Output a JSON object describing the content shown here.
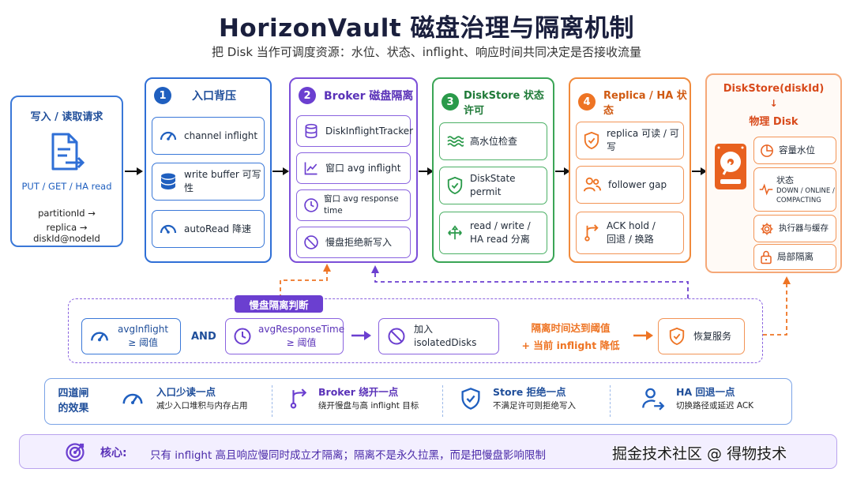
{
  "header": {
    "title": "HorizonVault 磁盘治理与隔离机制",
    "subtitle": "把 Disk 当作可调度资源：水位、状态、inflight、响应时间共同决定是否接收流量"
  },
  "request": {
    "title": "写入 / 读取请求",
    "ops": "PUT / GET / HA read",
    "route_line1": "partitionId →",
    "route_line2": "replica → diskId@nodeId"
  },
  "stage1": {
    "num": "1",
    "title": "入口背压",
    "items": [
      "channel inflight",
      "write buffer 可写性",
      "autoRead 降速"
    ]
  },
  "stage2": {
    "num": "2",
    "title": "Broker 磁盘隔离",
    "items": [
      "DiskInflightTracker",
      "窗口 avg inflight",
      "窗口 avg response time",
      "慢盘拒绝新写入"
    ]
  },
  "stage3": {
    "num": "3",
    "title": "DiskStore 状态许可",
    "items": [
      "高水位检查",
      "DiskState permit",
      "read / write /",
      "HA read 分离"
    ]
  },
  "stage4": {
    "num": "4",
    "title": "Replica / HA 状态",
    "items": [
      "replica 可读 / 可写",
      "follower gap",
      "ACK hold /",
      "回退 / 换路"
    ]
  },
  "disk": {
    "title1": "DiskStore(diskId)",
    "arrow": "↓",
    "title2": "物理 Disk",
    "items": [
      "容量水位",
      "状态",
      "DOWN / ONLINE /",
      "COMPACTING",
      "执行器与缓存",
      "局部隔离"
    ]
  },
  "slow": {
    "badge": "慢盘隔离判断",
    "m1_title": "avgInflight",
    "m1_sub": "≥ 阈值",
    "and": "AND",
    "m2_title": "avgResponseTime",
    "m2_sub": "≥ 阈值",
    "isolate": "加入 isolatedDisks",
    "cond1": "隔离时间达到阈值",
    "cond2": "+ 当前 inflight 降低",
    "restore": "恢复服务"
  },
  "effects": {
    "label1": "四道闸",
    "label2": "的效果",
    "items": [
      {
        "title": "入口少读一点",
        "desc": "减少入口堆积与内存占用"
      },
      {
        "title": "Broker 绕开一点",
        "desc": "绕开慢盘与高 inflight 目标"
      },
      {
        "title": "Store 拒绝一点",
        "desc": "不满足许可则拒绝写入"
      },
      {
        "title": "HA 回退一点",
        "desc": "切换路径或延迟 ACK"
      }
    ]
  },
  "core": {
    "label": "核心:",
    "text": "只有 inflight 高且响应慢同时成立才隔离；隔离不是永久拉黑，而是把慢盘影响限制",
    "watermark": "掘金技术社区 @ 得物技术"
  },
  "colors": {
    "blue": "#1f5fbf",
    "purple": "#6b3fd0",
    "green": "#2a9a4a",
    "orange": "#ee7424",
    "red": "#d84a1b"
  }
}
